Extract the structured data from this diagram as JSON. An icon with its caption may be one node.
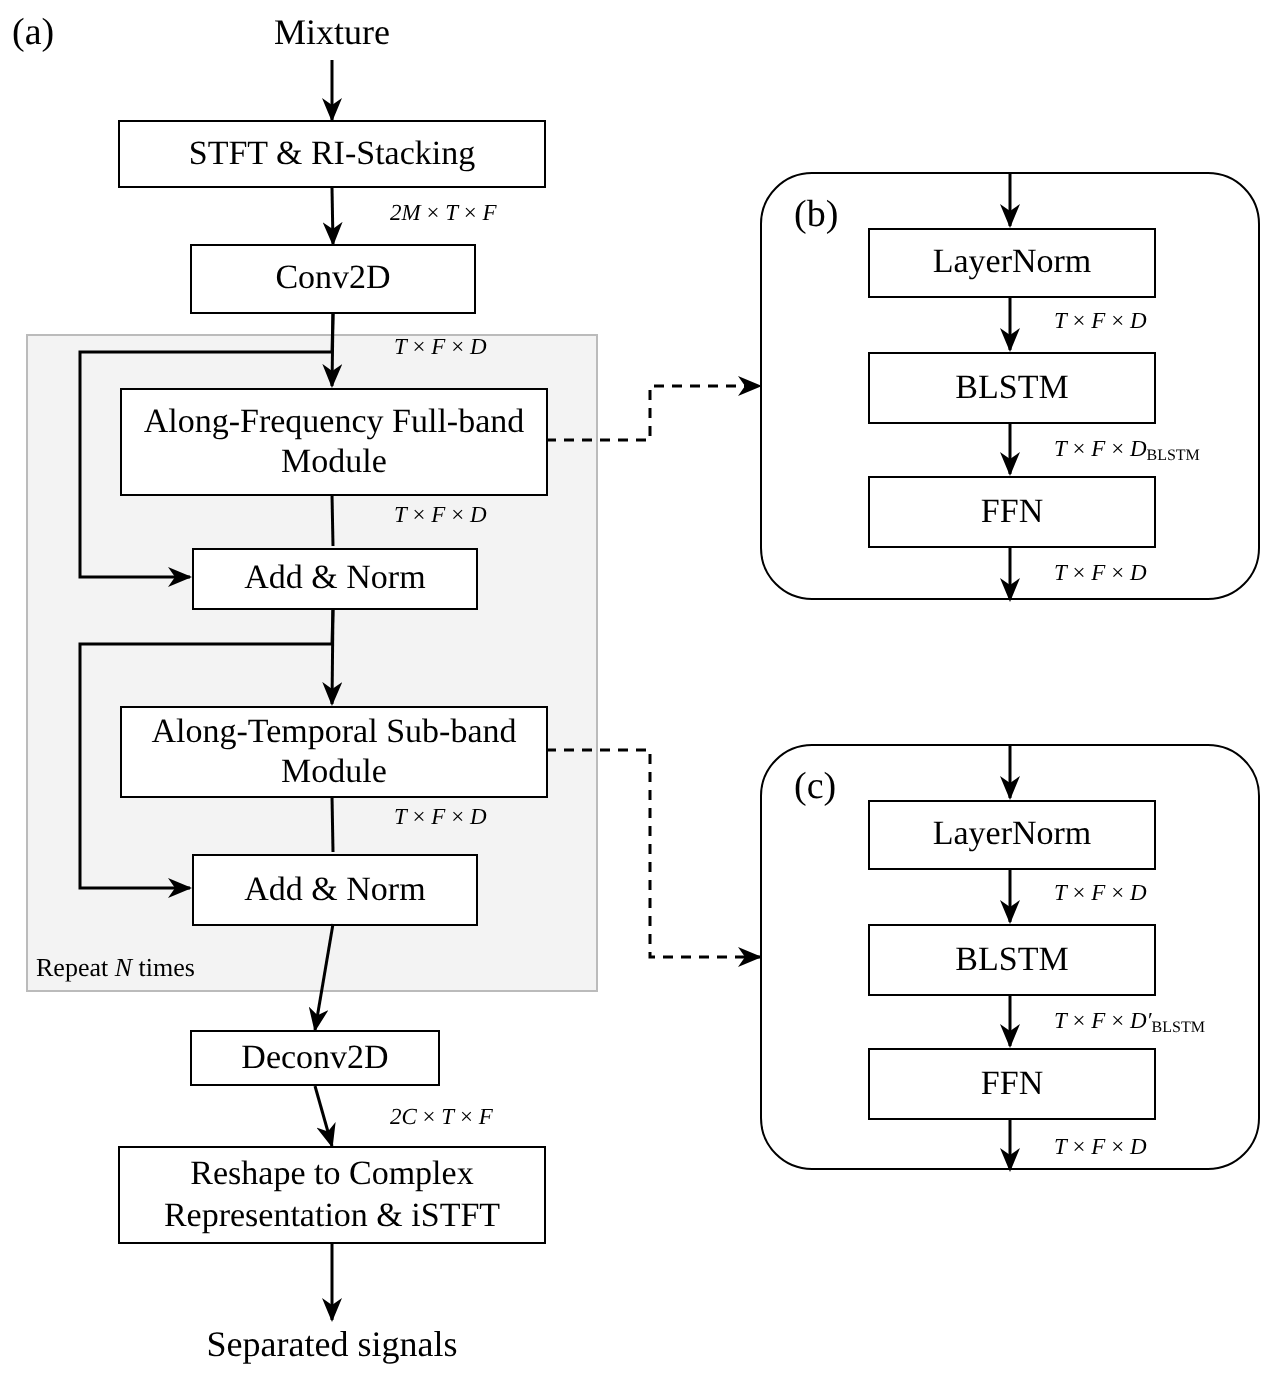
{
  "diagram": {
    "nodes": [
      {
        "text": [
          "Mixture"
        ]
      },
      {
        "text": [
          "STFT & RI-Stacking"
        ]
      },
      {
        "text": [
          "Conv2D"
        ]
      },
      {
        "text": [
          "Repeat *N* times"
        ]
      },
      {
        "text": [
          "Along-Frequency Full-band Module"
        ],
        "in": 3
      },
      {
        "text": [
          "Add & Norm"
        ],
        "in": 3
      },
      {
        "text": [
          "Along-Temporal Sub-band Module"
        ],
        "in": 3
      },
      {
        "text": [
          "Add & Norm"
        ],
        "in": 3
      },
      {
        "text": [
          "Deconv2D"
        ]
      },
      {
        "text": [
          "Reshape to Complex Representation & iSTFT"
        ]
      },
      {
        "text": [
          "Separated signals"
        ]
      },
      {
        "text": [
          "(b)"
        ]
      },
      {
        "text": [
          "LayerNorm"
        ],
        "in": 11
      },
      {
        "text": [
          "BLSTM"
        ],
        "in": 11
      },
      {
        "text": [
          "FFN"
        ],
        "in": 11
      },
      {
        "text": [
          "(c)"
        ]
      },
      {
        "text": [
          "LayerNorm"
        ],
        "in": 15
      },
      {
        "text": [
          "BLSTM"
        ],
        "in": 15
      },
      {
        "text": [
          "FFN"
        ],
        "in": 15
      }
    ],
    "edges": [
      {
        "from": 0,
        "to": 1,
        "arrow": "to"
      },
      {
        "from": 1,
        "to": 2,
        "arrow": "to",
        "label": "*2M* × *T* × *F*"
      },
      {
        "from": 2,
        "to": 4,
        "arrow": "to",
        "label": "*T* × *F* × *D*"
      },
      {
        "from": 2,
        "to": 5,
        "arrow": "to"
      },
      {
        "from": 4,
        "to": 5,
        "arrow": "none",
        "label": "*T* × *F* × *D*"
      },
      {
        "from": 5,
        "to": 6,
        "arrow": "to"
      },
      {
        "from": 5,
        "to": 7,
        "arrow": "to"
      },
      {
        "from": 6,
        "to": 7,
        "arrow": "none",
        "label": "*T* × *F* × *D*"
      },
      {
        "from": 7,
        "to": 8,
        "arrow": "to"
      },
      {
        "from": 8,
        "to": 9,
        "arrow": "to",
        "label": "*2C* × *T* × *F*"
      },
      {
        "from": 9,
        "to": 10,
        "arrow": "to"
      },
      {
        "from": 4,
        "to": 11,
        "arrow": "to",
        "style": "dashed"
      },
      {
        "from": 6,
        "to": 15,
        "arrow": "to",
        "style": "dashed"
      },
      {
        "from": null,
        "to": 12,
        "arrow": "to"
      },
      {
        "from": 12,
        "to": 13,
        "arrow": "to",
        "label": "*T* × *F* × *D*"
      },
      {
        "from": 13,
        "to": 14,
        "arrow": "to",
        "label": "*T* × *F* × *D*$_{BLSTM}$"
      },
      {
        "from": 14,
        "to": null,
        "arrow": "to",
        "label": "*T* × *F* × *D*"
      },
      {
        "from": null,
        "to": 16,
        "arrow": "to"
      },
      {
        "from": 16,
        "to": 17,
        "arrow": "to",
        "label": "*T* × *F* × *D*"
      },
      {
        "from": 17,
        "to": 18,
        "arrow": "to",
        "label": "*T* × *F* × *D′*$_{BLSTM}$"
      },
      {
        "from": 18,
        "to": null,
        "arrow": "to",
        "label": "*T* × *F* × *D*"
      }
    ],
    "labels": [
      "(a)"
    ]
  }
}
